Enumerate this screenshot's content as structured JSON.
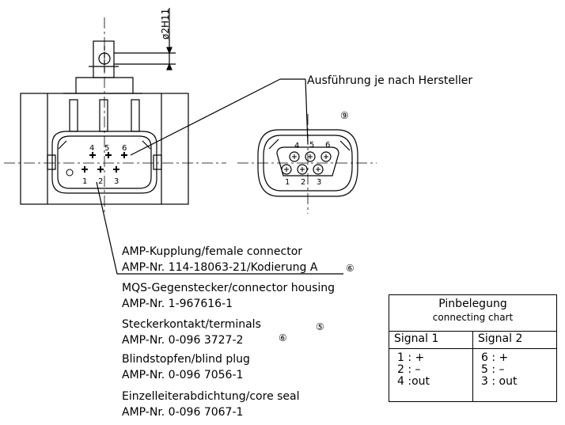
{
  "callouts": {
    "diameter": "ø2H11",
    "variant": "Ausführung je nach Hersteller",
    "note_9": "⑨",
    "note_6a": "⑥",
    "note_5": "⑤",
    "note_6b": "⑥"
  },
  "connector_left": {
    "pins_top": [
      "4",
      "5",
      "6"
    ],
    "pins_bottom": [
      "1",
      "2",
      "3"
    ]
  },
  "connector_right": {
    "pins_top": [
      "4",
      "5",
      "6"
    ],
    "pins_bottom": [
      "1",
      "2",
      "3"
    ]
  },
  "parts": {
    "p1_l1": "AMP-Kupplung/female connector",
    "p1_l2": "AMP-Nr. 114-18063-21/Kodierung A",
    "p2_l1": "MQS-Gegenstecker/connector housing",
    "p2_l2": "AMP-Nr. 1-967616-1",
    "p3_l1": "Steckerkontakt/terminals",
    "p3_l2": "AMP-Nr. 0-096 3727-2",
    "p4_l1": "Blindstopfen/blind plug",
    "p4_l2": "AMP-Nr. 0-096 7056-1",
    "p5_l1": "Einzelleiterabdichtung/core seal",
    "p5_l2": "AMP-Nr. 0-096 7067-1"
  },
  "pin_chart": {
    "title": "Pinbelegung",
    "subtitle": "connecting chart",
    "col1": "Signal 1",
    "col2": "Signal 2",
    "col1_rows": [
      "1 : +",
      "2 : –",
      "4 :out"
    ],
    "col2_rows": [
      "6 :  +",
      "5 :  –",
      "3 : out"
    ]
  }
}
